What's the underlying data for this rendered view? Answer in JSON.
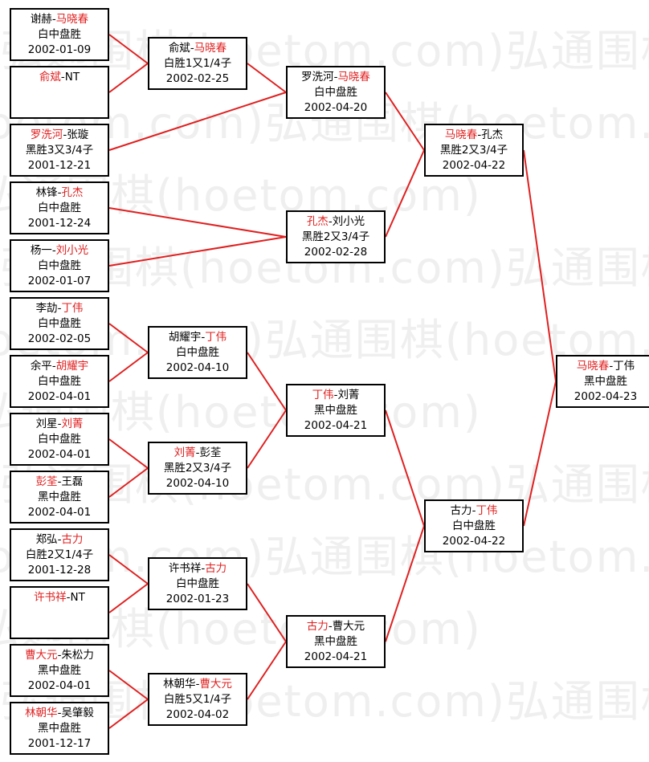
{
  "watermark": "弘通围棋(hoetom.com)",
  "line_color": "#e02020",
  "winner_color": "#e02020",
  "rounds": [
    [
      {
        "id": "r1m1",
        "a": "谢赫",
        "b": "马晓春",
        "w": "b",
        "result": "白中盘胜",
        "date": "2002-01-09"
      },
      {
        "id": "r1m2",
        "a": "俞斌",
        "b": "NT",
        "w": "a",
        "result": "",
        "date": ""
      },
      {
        "id": "r1m3",
        "a": "罗洗河",
        "b": "张璇",
        "w": "a",
        "result": "黑胜3又3/4子",
        "date": "2001-12-21"
      },
      {
        "id": "r1m4",
        "a": "林锋",
        "b": "孔杰",
        "w": "b",
        "result": "白中盘胜",
        "date": "2001-12-24"
      },
      {
        "id": "r1m5",
        "a": "杨一",
        "b": "刘小光",
        "w": "b",
        "result": "白中盘胜",
        "date": "2002-01-07"
      },
      {
        "id": "r1m6",
        "a": "李劼",
        "b": "丁伟",
        "w": "b",
        "result": "白中盘胜",
        "date": "2002-02-05"
      },
      {
        "id": "r1m7",
        "a": "余平",
        "b": "胡耀宇",
        "w": "b",
        "result": "白中盘胜",
        "date": "2002-04-01"
      },
      {
        "id": "r1m8",
        "a": "刘星",
        "b": "刘菁",
        "w": "b",
        "result": "白中盘胜",
        "date": "2002-04-01"
      },
      {
        "id": "r1m9",
        "a": "彭荃",
        "b": "王磊",
        "w": "a",
        "result": "黑中盘胜",
        "date": "2002-04-01"
      },
      {
        "id": "r1m10",
        "a": "郑弘",
        "b": "古力",
        "w": "b",
        "result": "白胜2又1/4子",
        "date": "2001-12-28"
      },
      {
        "id": "r1m11",
        "a": "许书祥",
        "b": "NT",
        "w": "a",
        "result": "",
        "date": ""
      },
      {
        "id": "r1m12",
        "a": "曹大元",
        "b": "朱松力",
        "w": "a",
        "result": "黑中盘胜",
        "date": "2002-04-01"
      },
      {
        "id": "r1m13",
        "a": "林朝华",
        "b": "吴肇毅",
        "w": "a",
        "result": "黑中盘胜",
        "date": "2001-12-17"
      }
    ],
    [
      {
        "id": "r2m1",
        "a": "俞斌",
        "b": "马晓春",
        "w": "b",
        "result": "白胜1又1/4子",
        "date": "2002-02-25"
      },
      {
        "id": "r2m2",
        "a": "胡耀宇",
        "b": "丁伟",
        "w": "b",
        "result": "白中盘胜",
        "date": "2002-04-10"
      },
      {
        "id": "r2m3",
        "a": "刘菁",
        "b": "彭荃",
        "w": "a",
        "result": "黑胜2又3/4子",
        "date": "2002-04-10"
      },
      {
        "id": "r2m4",
        "a": "许书祥",
        "b": "古力",
        "w": "b",
        "result": "白中盘胜",
        "date": "2002-01-23"
      },
      {
        "id": "r2m5",
        "a": "林朝华",
        "b": "曹大元",
        "w": "b",
        "result": "白胜5又1/4子",
        "date": "2002-04-02"
      }
    ],
    [
      {
        "id": "r3m1",
        "a": "罗洗河",
        "b": "马晓春",
        "w": "b",
        "result": "白中盘胜",
        "date": "2002-04-20"
      },
      {
        "id": "r3m2",
        "a": "孔杰",
        "b": "刘小光",
        "w": "a",
        "result": "黑胜2又3/4子",
        "date": "2002-02-28"
      },
      {
        "id": "r3m3",
        "a": "丁伟",
        "b": "刘菁",
        "w": "a",
        "result": "黑中盘胜",
        "date": "2002-04-21"
      },
      {
        "id": "r3m4",
        "a": "古力",
        "b": "曹大元",
        "w": "a",
        "result": "黑中盘胜",
        "date": "2002-04-21"
      }
    ],
    [
      {
        "id": "r4m1",
        "a": "马晓春",
        "b": "孔杰",
        "w": "a",
        "result": "黑胜2又3/4子",
        "date": "2002-04-22"
      },
      {
        "id": "r4m2",
        "a": "古力",
        "b": "丁伟",
        "w": "b",
        "result": "白中盘胜",
        "date": "2002-04-22"
      }
    ],
    [
      {
        "id": "r5m1",
        "a": "马晓春",
        "b": "丁伟",
        "w": "a",
        "result": "黑中盘胜",
        "date": "2002-04-23"
      }
    ]
  ]
}
